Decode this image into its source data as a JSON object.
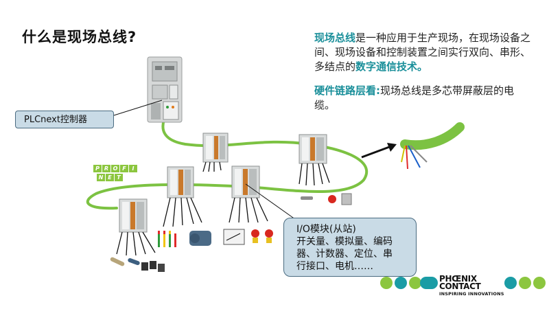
{
  "title": "什么是现场总线?",
  "description": {
    "p1_highlight": "现场总线",
    "p1_text": "是一种应用于生产现场，在现场设备之间、现场设备和控制装置之间实行双向、串形、多结点的",
    "p1_highlight2": "数字通信技术。",
    "p2_highlight": "硬件链路层看:",
    "p2_text": "现场总线是多芯带屏蔽层的电缆。"
  },
  "callouts": {
    "plc": "PLCnext控制器",
    "io_lines": [
      "I/O模块(从站)",
      "开关量、模拟量、编码",
      "器、计数器、定位、串",
      "行接口、电机……"
    ]
  },
  "profinet": {
    "row1": [
      "P",
      "R",
      "O",
      "F",
      "I"
    ],
    "row2": [
      "N",
      "E",
      "T"
    ]
  },
  "brand": {
    "name_line1": "PHŒNIX",
    "name_line2": "CONTACT",
    "slogan": "INSPIRING INNOVATIONS"
  },
  "colors": {
    "accent": "#1a8f9a",
    "cable": "#7cc242",
    "callout_fill": "#c9dbe6",
    "brand_dot_green": "#8cc63f",
    "brand_dot_teal": "#1a9ca5"
  }
}
